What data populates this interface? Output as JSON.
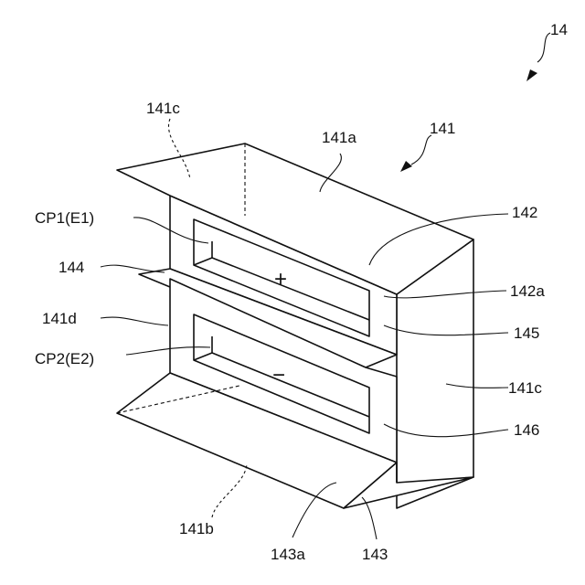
{
  "labels": {
    "fig_ref": "14",
    "assembly": "141",
    "top_face": "141a",
    "top_label": "141c",
    "right_label": "141c",
    "electrode_1": "CP1(E1)",
    "electrode_2": "CP2(E2)",
    "shelf": "144",
    "middle_part": "141d",
    "tab_upper": "142",
    "tab_upper_edge": "142a",
    "window_upper": "145",
    "window_lower": "146",
    "bottom_face": "141b",
    "bottom_flange": "143",
    "bottom_flange_edge": "143a"
  },
  "symbols": {
    "positive": "+",
    "negative": "−"
  }
}
